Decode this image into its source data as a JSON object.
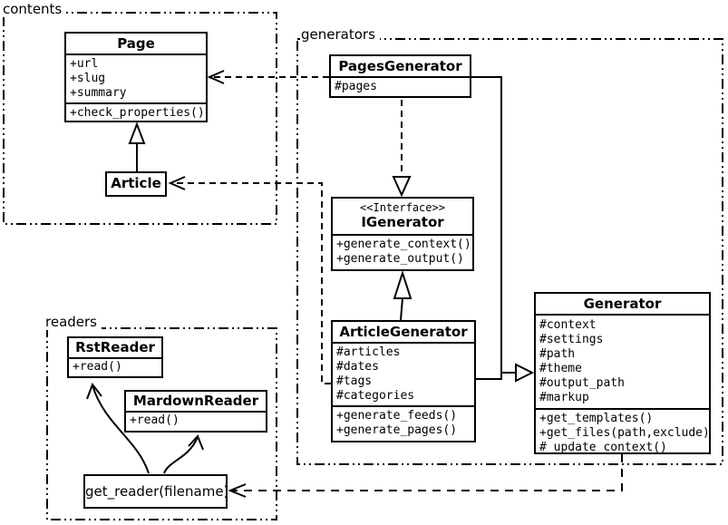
{
  "packages": {
    "contents": {
      "label": "contents"
    },
    "generators": {
      "label": "generators"
    },
    "readers": {
      "label": "readers"
    }
  },
  "classes": {
    "page": {
      "name": "Page",
      "attributes": [
        "+url",
        "+slug",
        "+summary"
      ],
      "methods": [
        "+check_properties()"
      ]
    },
    "article": {
      "name": "Article"
    },
    "pages_generator": {
      "name": "PagesGenerator",
      "attributes": [
        "#pages"
      ]
    },
    "igenerator": {
      "stereotype": "<<Interface>>",
      "name": "IGenerator",
      "methods": [
        "+generate_context()",
        "+generate_output()"
      ]
    },
    "article_generator": {
      "name": "ArticleGenerator",
      "attributes": [
        "#articles",
        "#dates",
        "#tags",
        "#categories"
      ],
      "methods": [
        "+generate_feeds()",
        "+generate_pages()"
      ]
    },
    "generator": {
      "name": "Generator",
      "attributes": [
        "#context",
        "#settings",
        "#path",
        "#theme",
        "#output_path",
        "#markup"
      ],
      "methods": [
        "+get_templates()",
        "+get_files(path,exclude)",
        "#_update_context()"
      ]
    },
    "rst_reader": {
      "name": "RstReader",
      "methods": [
        "+read()"
      ]
    },
    "markdown_reader": {
      "name": "MardownReader",
      "methods": [
        "+read()"
      ]
    },
    "get_reader": {
      "label": "get_reader(filename)"
    }
  },
  "colors": {
    "line": "#000000",
    "background": "#ffffff"
  }
}
